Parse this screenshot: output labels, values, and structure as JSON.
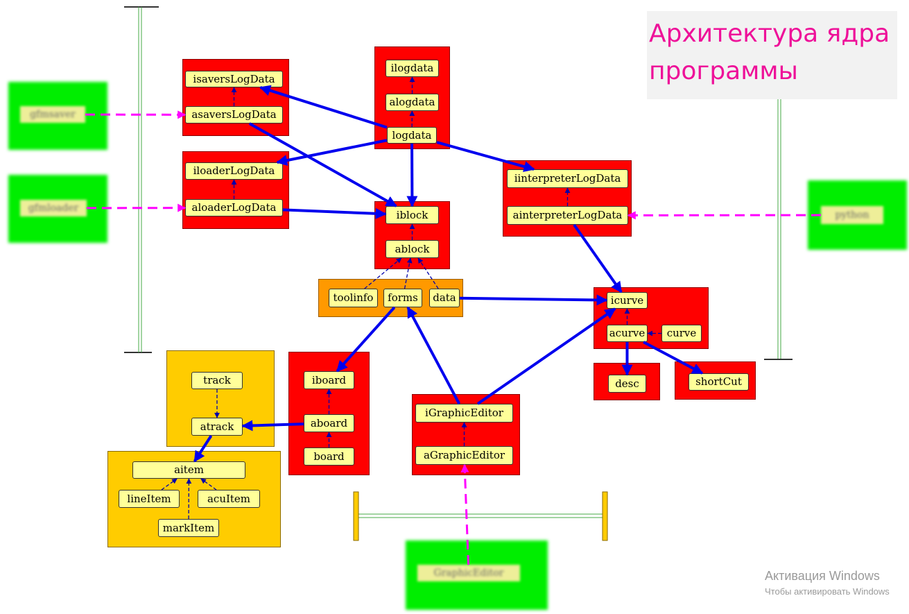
{
  "title": {
    "line1": "Архитектура ядра",
    "line2": "программы"
  },
  "watermark": {
    "line1": "Активация Windows",
    "line2": "Чтобы активировать Windows"
  },
  "colors": {
    "group_red": "#ff0000",
    "group_orange": "#ff9900",
    "group_yellow": "#ffcc00",
    "external_green": "#00ee00",
    "node_fill": "#ffff99",
    "dependency_arrow": "#0000ee",
    "interface_arrow": "#0000aa",
    "external_link": "#ff00ff",
    "title_text": "#ee1199"
  },
  "external": {
    "gfmsaver": "gfmsaver",
    "gfmloader": "gfmloader",
    "python": "python",
    "graphiceditor": "GraphicEditor"
  },
  "nodes": {
    "isaversLogData": "isaversLogData",
    "asaversLogData": "asaversLogData",
    "iloaderLogData": "iloaderLogData",
    "aloaderLogData": "aloaderLogData",
    "ilogdata": "ilogdata",
    "alogdata": "alogdata",
    "logdata": "logdata",
    "iinterpreterLogData": "iinterpreterLogData",
    "ainterpreterLogData": "ainterpreterLogData",
    "iblock": "iblock",
    "ablock": "ablock",
    "toolinfo": "toolinfo",
    "forms": "forms",
    "data": "data",
    "icurve": "icurve",
    "acurve": "acurve",
    "curve": "curve",
    "desc": "desc",
    "shortCut": "shortCut",
    "track": "track",
    "atrack": "atrack",
    "aitem": "aitem",
    "lineItem": "lineItem",
    "acuItem": "acuItem",
    "markItem": "markItem",
    "iboard": "iboard",
    "aboard": "aboard",
    "board": "board",
    "iGraphicEditor": "iGraphicEditor",
    "aGraphicEditor": "aGraphicEditor"
  },
  "edges": {
    "dependency": [
      [
        "logdata",
        "isaversLogData"
      ],
      [
        "logdata",
        "iloaderLogData"
      ],
      [
        "logdata",
        "iinterpreterLogData"
      ],
      [
        "logdata",
        "iblock"
      ],
      [
        "asaversLogData",
        "iblock"
      ],
      [
        "aloaderLogData",
        "iblock"
      ],
      [
        "ainterpreterLogData",
        "icurve"
      ],
      [
        "data",
        "icurve"
      ],
      [
        "forms",
        "iboard"
      ],
      [
        "iGraphicEditor",
        "forms"
      ],
      [
        "iGraphicEditor",
        "icurve"
      ],
      [
        "acurve",
        "desc"
      ],
      [
        "acurve",
        "shortCut"
      ],
      [
        "aboard",
        "atrack"
      ],
      [
        "atrack",
        "aitem"
      ]
    ],
    "implements": [
      [
        "asaversLogData",
        "isaversLogData"
      ],
      [
        "aloaderLogData",
        "iloaderLogData"
      ],
      [
        "alogdata",
        "ilogdata"
      ],
      [
        "logdata",
        "alogdata"
      ],
      [
        "ainterpreterLogData",
        "iinterpreterLogData"
      ],
      [
        "ablock",
        "iblock"
      ],
      [
        "toolinfo",
        "ablock"
      ],
      [
        "forms",
        "ablock"
      ],
      [
        "data",
        "ablock"
      ],
      [
        "acurve",
        "icurve"
      ],
      [
        "curve",
        "acurve"
      ],
      [
        "track",
        "atrack"
      ],
      [
        "aboard",
        "iboard"
      ],
      [
        "board",
        "aboard"
      ],
      [
        "aGraphicEditor",
        "iGraphicEditor"
      ],
      [
        "lineItem",
        "aitem"
      ],
      [
        "acuItem",
        "aitem"
      ],
      [
        "markItem",
        "aitem"
      ]
    ],
    "external": [
      [
        "gfmsaver",
        "asaversLogData"
      ],
      [
        "gfmloader",
        "aloaderLogData"
      ],
      [
        "python",
        "ainterpreterLogData"
      ],
      [
        "graphiceditor",
        "aGraphicEditor"
      ]
    ]
  }
}
